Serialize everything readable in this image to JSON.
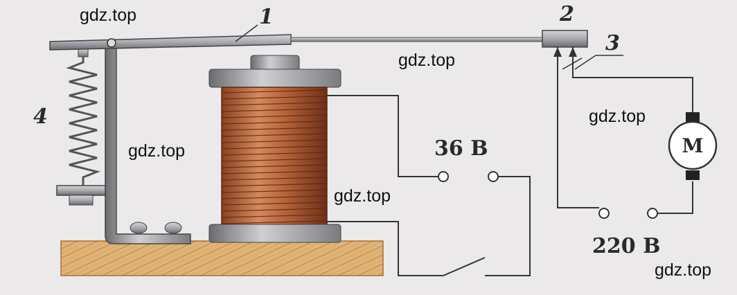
{
  "labels": {
    "lever": "1",
    "contact": "2",
    "contact_springs": "3",
    "spring": "4"
  },
  "low_voltage": "36 В",
  "high_voltage": "220 В",
  "motor_symbol": "М",
  "watermark": "gdz.top",
  "colors": {
    "background": "#ece9ea",
    "coil": "#b5633a",
    "base": "#e0b478",
    "metal": "#a9aaaf"
  }
}
